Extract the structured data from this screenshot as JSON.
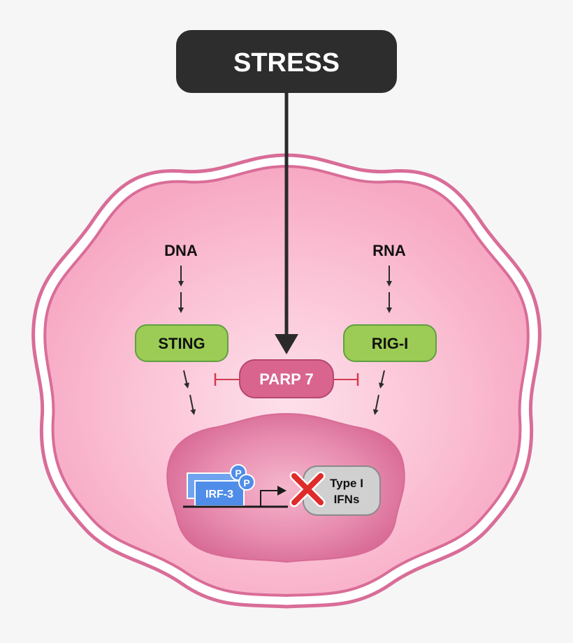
{
  "stress": {
    "label": "STRESS"
  },
  "inputs": {
    "dna": "DNA",
    "rna": "RNA"
  },
  "sensors": {
    "sting": "STING",
    "rig_i": "RIG-I"
  },
  "inhibitor": {
    "parp7": "PARP 7"
  },
  "nucleus": {
    "irf3": "IRF-3",
    "phospho_1": "P",
    "phospho_2": "P",
    "output_line1": "Type I",
    "output_line2": "IFNs"
  },
  "colors": {
    "background": "#f6f6f6",
    "stress_box": "#2d2d2d",
    "cell_fill": "#f9b7cc",
    "cell_border": "#d96d98",
    "nucleus_fill": "#e47fa6",
    "sensor_fill": "#9ccc55",
    "sensor_border": "#5fa040",
    "parp_fill": "#d9658f",
    "inhibit_line": "#d23b4f",
    "irf_fill": "#4f8de8",
    "blocked_mark": "#e02b2b",
    "ifn_fill": "#d0d0d0"
  }
}
